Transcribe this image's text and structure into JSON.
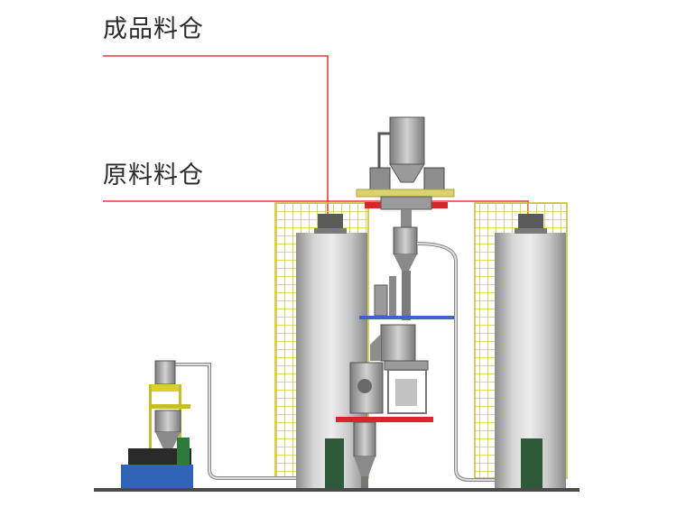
{
  "labels": {
    "finished_silo": "成品料仓",
    "raw_silo": "原料料仓"
  },
  "colors": {
    "leader_line": "#e23b3b",
    "silo_body": "#bdbdbd",
    "scaffold": "#d9cf2e",
    "platform_red": "#d9262b",
    "platform_blue": "#3f64c8",
    "platform_yellow": "#d8d36a",
    "base_blue": "#2f64b8",
    "door_green": "#2f5a3a",
    "ground": "#4a4a4a"
  },
  "icons": [
    "silo",
    "cyclone-separator",
    "pneumatic-conveying-pipe",
    "scaffolding",
    "grinding-mill",
    "dust-collector"
  ]
}
